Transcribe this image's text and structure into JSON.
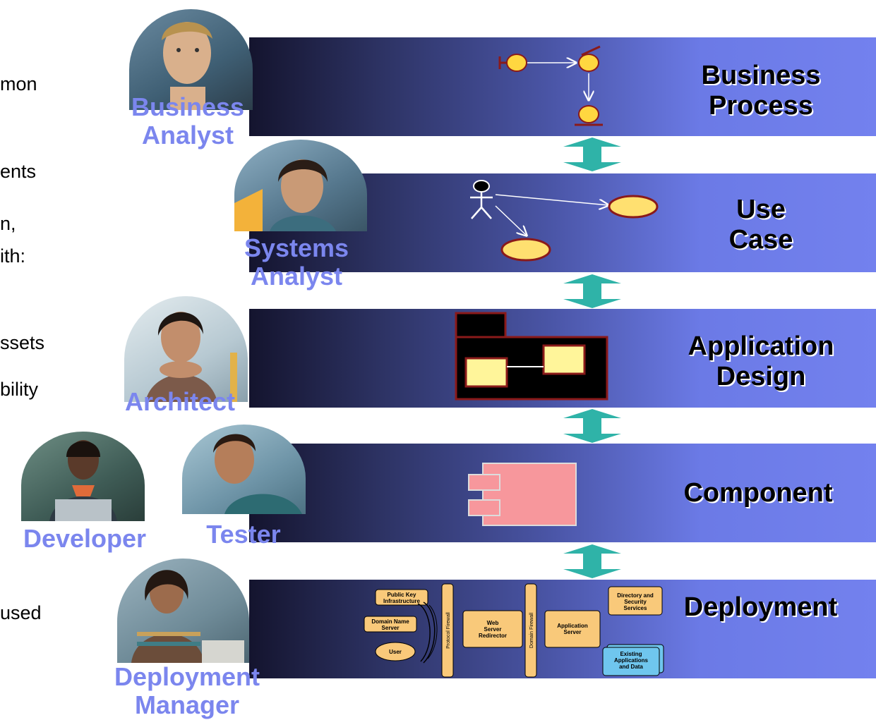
{
  "left_text_fragments": [
    "mon",
    "ents",
    "n,",
    "ith:",
    "ssets",
    "bility",
    "used"
  ],
  "layers": [
    {
      "id": "business-process",
      "label_lines": [
        "Business",
        "Process"
      ]
    },
    {
      "id": "use-case",
      "label_lines": [
        "Use",
        "Case"
      ]
    },
    {
      "id": "application-design",
      "label_lines": [
        "Application",
        "Design"
      ]
    },
    {
      "id": "component",
      "label_lines": [
        "Component"
      ]
    },
    {
      "id": "deployment",
      "label_lines": [
        "Deployment"
      ]
    }
  ],
  "roles": {
    "business_analyst": [
      "Business",
      "Analyst"
    ],
    "systems_analyst": [
      "Systems",
      "Analyst"
    ],
    "architect": [
      "Architect"
    ],
    "developer": [
      "Developer"
    ],
    "tester": [
      "Tester"
    ],
    "deployment_manager": [
      "Deployment",
      "Manager"
    ]
  },
  "deployment_diagram": {
    "public_key": [
      "Public Key",
      "Infrastructure"
    ],
    "domain_name": [
      "Domain Name",
      "Server"
    ],
    "user": "User",
    "protocol_firewall": "Protocol Firewall",
    "web_server": [
      "Web",
      "Server",
      "Redirector"
    ],
    "domain_firewall": "Domain Firewall",
    "app_server": [
      "Application",
      "Server"
    ],
    "directory": [
      "Directory and",
      "Security",
      "Services"
    ],
    "existing": [
      "Existing",
      "Applications",
      "and Data"
    ]
  },
  "colors": {
    "band_dark": "#14142e",
    "band_light": "#7381ee",
    "role_text": "#7b86ee",
    "connector_arrow": "#2fb3a8",
    "uml_fill": "#fff59a",
    "uml_stroke": "#8a1a1a",
    "component_fill": "#f7979c",
    "deploy_box": "#f9c97a",
    "deploy_blue": "#6fc6ee"
  }
}
